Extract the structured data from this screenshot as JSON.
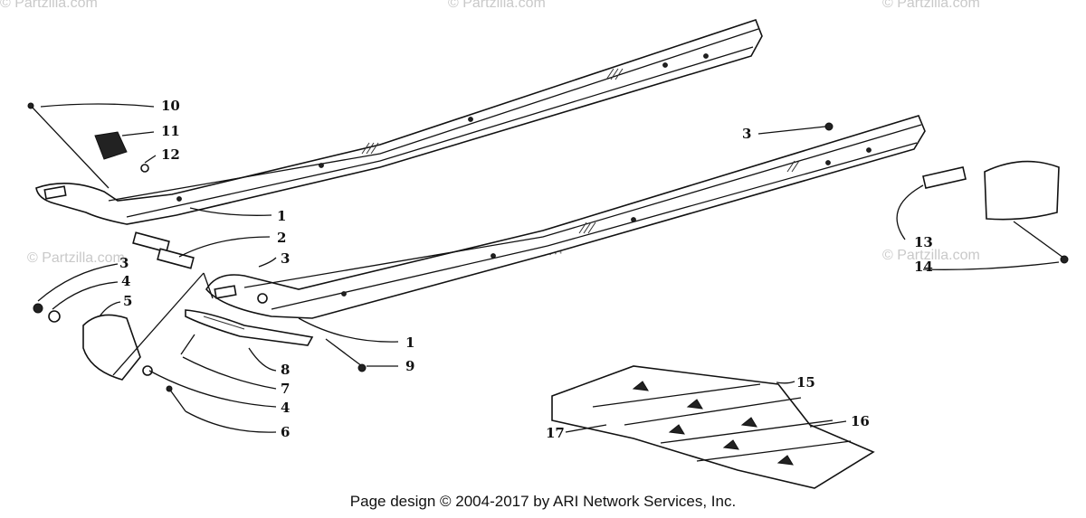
{
  "watermarks": {
    "corner": "© Partzilla.com",
    "center": "© Partzilla.com"
  },
  "callouts": {
    "c1a": "1",
    "c1b": "1",
    "c2": "2",
    "c3a": "3",
    "c3b": "3",
    "c3c": "3",
    "c4a": "4",
    "c4b": "4",
    "c5": "5",
    "c6": "6",
    "c7": "7",
    "c8": "8",
    "c9": "9",
    "c10": "10",
    "c11": "11",
    "c12": "12",
    "c13": "13",
    "c14": "14",
    "c15": "15",
    "c16": "16",
    "c17": "17"
  },
  "footer": {
    "text": "Page design © 2004-2017 by ARI Network Services, Inc."
  }
}
